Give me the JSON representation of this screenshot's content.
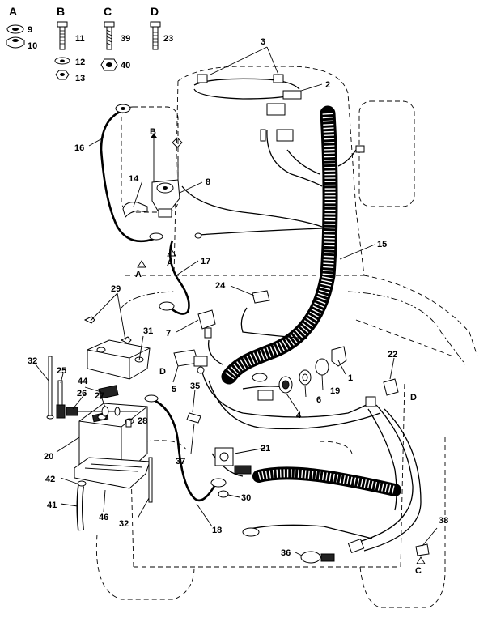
{
  "hardware_key": {
    "A": {
      "letter": "A",
      "item_top": "9",
      "item_bottom": "10"
    },
    "B": {
      "letter": "B",
      "item_top": "11",
      "item_mid": "12",
      "item_bottom": "13"
    },
    "C": {
      "letter": "C",
      "item_top": "39",
      "item_bottom": "40"
    },
    "D": {
      "letter": "D",
      "item_top": "23"
    }
  },
  "part_numbers": {
    "p1": "1",
    "p2": "2",
    "p3": "3",
    "p4": "4",
    "p5": "5",
    "p6": "6",
    "p7": "7",
    "p8": "8",
    "p14": "14",
    "p15": "15",
    "p16": "16",
    "p17": "17",
    "p18": "18",
    "p19": "19",
    "p20": "20",
    "p21": "21",
    "p22": "22",
    "p24": "24",
    "p25": "25",
    "p26": "26",
    "p27": "27",
    "p28": "28",
    "p29": "29",
    "p30": "30",
    "p31": "31",
    "p32a": "32",
    "p32b": "32",
    "p35": "35",
    "p36": "36",
    "p37": "37",
    "p38": "38",
    "p41": "41",
    "p42": "42",
    "p44": "44",
    "p46": "46"
  },
  "callout_letters": {
    "B_top": "B",
    "A_left": "A",
    "A_right": "A",
    "D_left": "D",
    "D_right": "D",
    "C_bottom": "C"
  }
}
